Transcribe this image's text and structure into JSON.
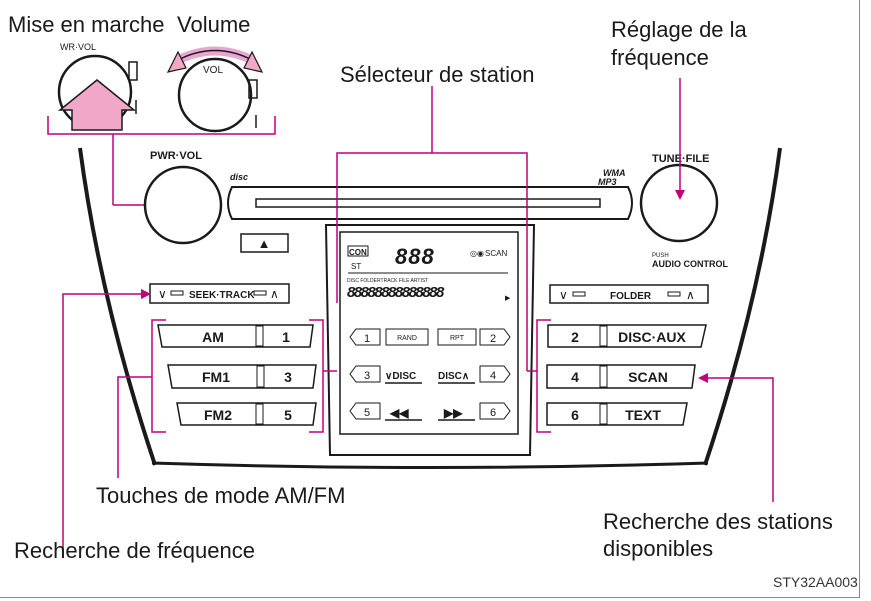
{
  "callouts": {
    "power_on": "Mise en marche",
    "volume": "Volume",
    "frequency_adjust_line1": "Réglage de la",
    "frequency_adjust_line2": "fréquence",
    "station_selector": "Sélecteur de station",
    "am_fm_mode_keys": "Touches de mode AM/FM",
    "frequency_search": "Recherche de fréquence",
    "available_stations_line1": "Recherche des stations",
    "available_stations_line2": "disponibles"
  },
  "figure_code": "STY32AA003",
  "panel": {
    "inset_knob_label": "WR·VOL",
    "inset_vol_label": "VOL",
    "pwr_vol_label": "PWR·VOL",
    "tune_file_label": "TUNE·FILE",
    "push_label": "PUSH",
    "audio_control_label": "AUDIO CONTROL",
    "wma_label": "WMA",
    "mp3_label": "MP3",
    "disc_logo": "disc",
    "eject_symbol": "▲",
    "seek_track_label": "SEEK·TRACK",
    "folder_label": "FOLDER",
    "left_buttons": [
      {
        "mode": "AM",
        "num": "1"
      },
      {
        "mode": "FM1",
        "num": "3"
      },
      {
        "mode": "FM2",
        "num": "5"
      }
    ],
    "right_buttons": [
      {
        "num": "2",
        "label": "DISC·AUX"
      },
      {
        "num": "4",
        "label": "SCAN"
      },
      {
        "num": "6",
        "label": "TEXT"
      }
    ],
    "display": {
      "con": "CON",
      "st": "ST",
      "digits": "888",
      "scan": "SCAN",
      "info_labels": "DISC   FOLDERTRACK FILE         ARTIST",
      "segment_text": "88888888888888",
      "presets": [
        {
          "num": "1",
          "tag": "RAND"
        },
        {
          "num": "2",
          "tag": "RPT"
        },
        {
          "num": "3",
          "tag": "∨DISC"
        },
        {
          "num": "4",
          "tag": "DISC∧"
        },
        {
          "num": "5",
          "tag": "◀◀"
        },
        {
          "num": "6",
          "tag": "▶▶"
        }
      ]
    }
  },
  "colors": {
    "callout_line": "#c0007a",
    "arrow_fill": "#f2a6c8",
    "ink": "#1a1a1a"
  }
}
